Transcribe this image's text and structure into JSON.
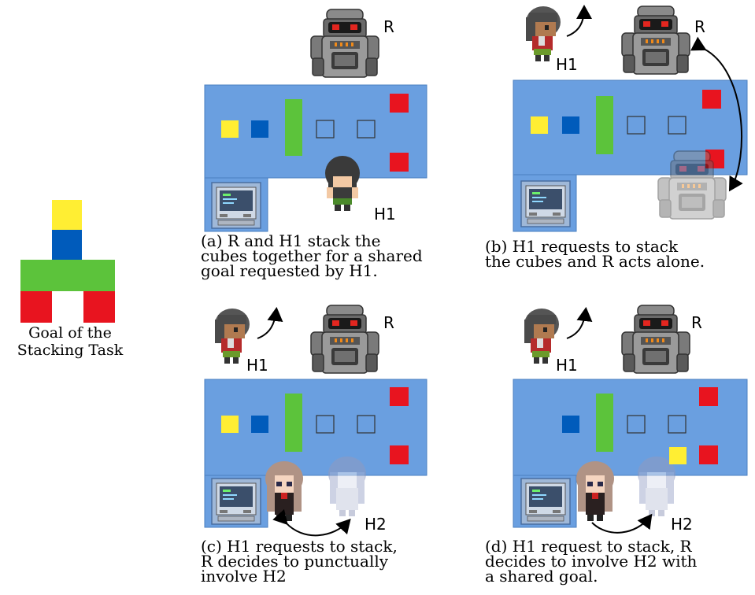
{
  "goal": {
    "title_line1": "Goal of the",
    "title_line2": "Stacking Task",
    "colors": {
      "yellow": "#ffee33",
      "blue": "#005bbb",
      "green": "#5cc33b",
      "red": "#e8141f"
    }
  },
  "colors": {
    "table": "#6a9fe0",
    "table_border": "#4a7fc0",
    "cube_yellow": "#ffee33",
    "cube_blue": "#005bbb",
    "cube_green": "#5cc33b",
    "cube_red": "#e8141f"
  },
  "panels": [
    {
      "id": "a",
      "caption_lines": [
        "(a) R and H1 stack the",
        "cubes together for a shared",
        "goal requested by H1."
      ],
      "labels": {
        "robot": "R",
        "human1": "H1"
      }
    },
    {
      "id": "b",
      "caption_lines": [
        "(b) H1 requests to stack",
        "the cubes and R acts alone."
      ],
      "labels": {
        "robot": "R",
        "human1": "H1"
      }
    },
    {
      "id": "c",
      "caption_lines": [
        "(c) H1 requests to stack,",
        "R decides to punctually",
        "involve H2"
      ],
      "labels": {
        "robot": "R",
        "human1": "H1",
        "human2": "H2"
      }
    },
    {
      "id": "d",
      "caption_lines": [
        "(d) H1 request to stack, R",
        "decides to involve H2 with",
        "a shared goal."
      ],
      "labels": {
        "robot": "R",
        "human1": "H1",
        "human2": "H2"
      }
    }
  ],
  "icons": [
    "robot-icon",
    "human-icon",
    "computer-icon",
    "arrow-icon"
  ]
}
